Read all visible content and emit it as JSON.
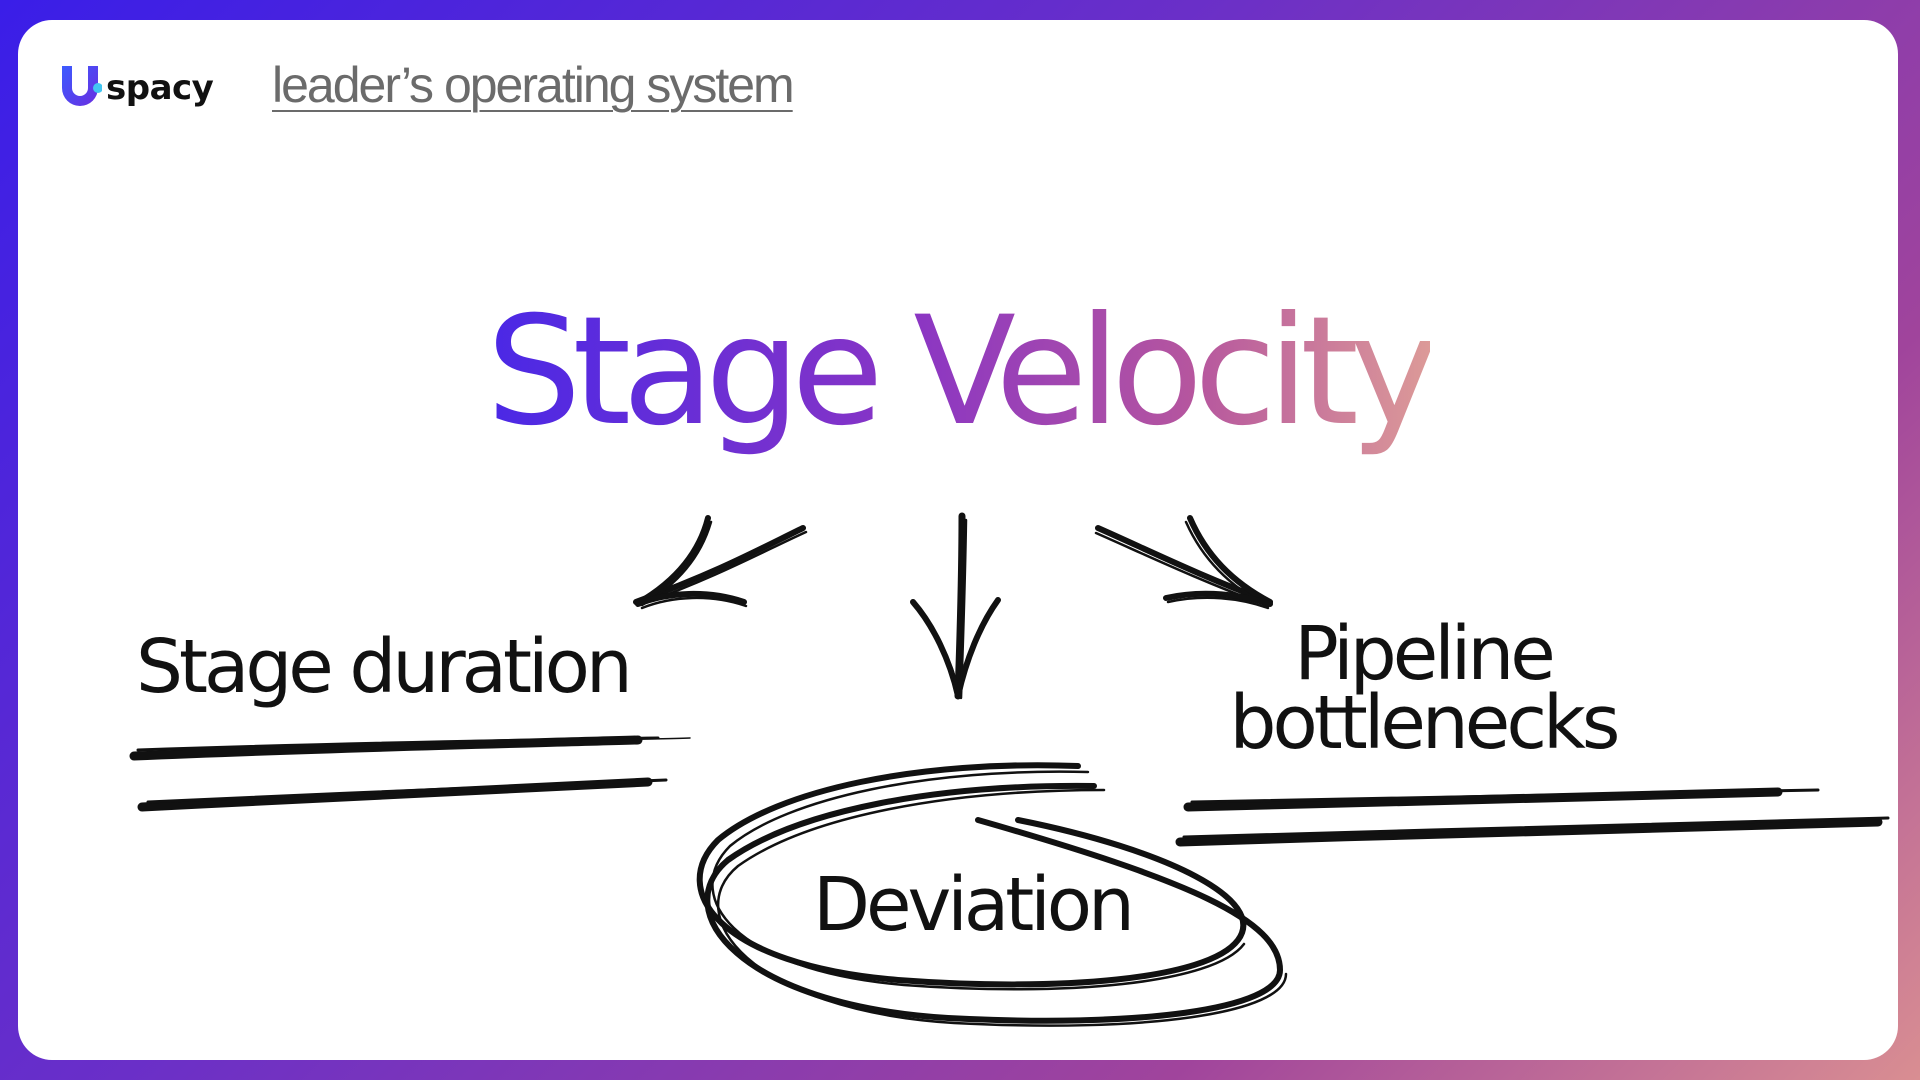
{
  "brand": {
    "logo_text": "spacy",
    "logo_icon": "uspacy-u-icon",
    "tagline": "leader’s operating system"
  },
  "title": "Stage Velocity",
  "items": {
    "stage_duration": "Stage duration",
    "deviation": "Deviation",
    "pipeline_bottlenecks": "Pipeline bottlenecks"
  },
  "colors": {
    "title_gradient_start": "#4a28e6",
    "title_gradient_end": "#dc9a98",
    "frame_gradient_start": "#3a1ee8",
    "frame_gradient_end": "#d98e92",
    "ink": "#111111"
  }
}
